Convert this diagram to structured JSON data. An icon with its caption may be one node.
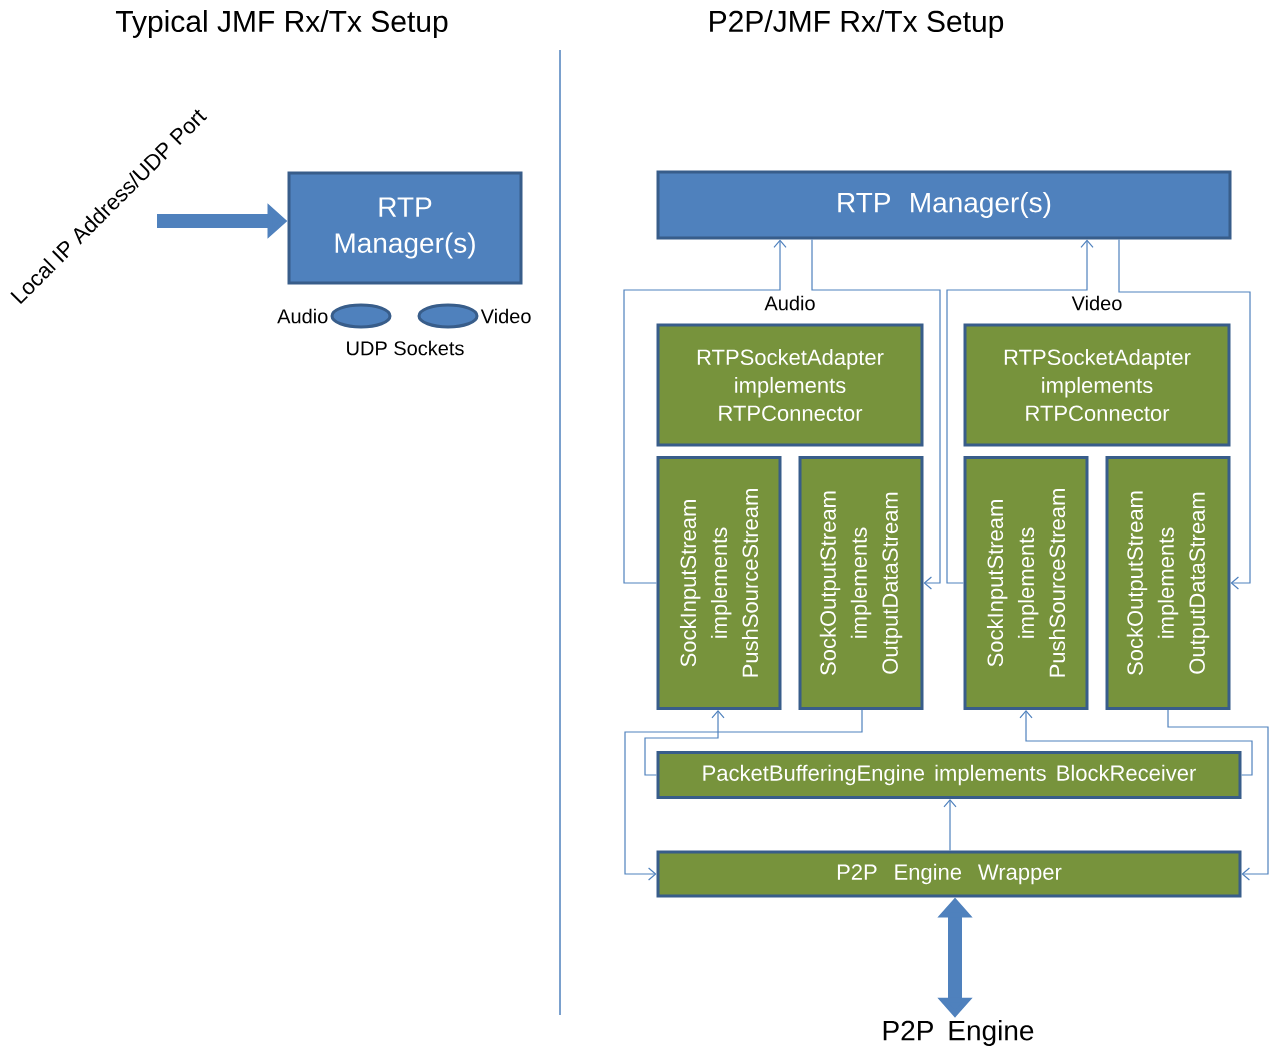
{
  "diagram": {
    "nodes": [
      {
        "text": [
          "RTP Manager(s)"
        ]
      },
      {
        "text": [],
        "shape": "ellipse",
        "beside": [
          "Audio"
        ]
      },
      {
        "text": [],
        "shape": "ellipse",
        "beside": [
          "Video"
        ]
      },
      {
        "text": [
          "RTP Manager(s)"
        ]
      },
      {
        "text": [
          "RTPSocketAdapter implements RTPConnector"
        ]
      },
      {
        "text": [
          "RTPSocketAdapter implements RTPConnector"
        ]
      },
      {
        "text": [
          "SockInputStream implements PushSourceStream"
        ]
      },
      {
        "text": [
          "SockOutputStream implements OutputDataStream"
        ]
      },
      {
        "text": [
          "SockInputStream implements PushSourceStream"
        ]
      },
      {
        "text": [
          "SockOutputStream implements OutputDataStream"
        ]
      },
      {
        "text": [
          "PacketBufferingEngine implements BlockReceiver"
        ]
      },
      {
        "text": [
          "P2P Engine Wrapper"
        ]
      },
      {
        "text": [
          "P2P Engine"
        ]
      }
    ],
    "edges": [
      {
        "from": null,
        "to": 0,
        "arrow": "to",
        "style": "thick",
        "label": "Local IP Address/UDP Port"
      },
      {
        "from": 6,
        "to": 3,
        "arrow": "to"
      },
      {
        "from": 3,
        "to": 7,
        "arrow": "to"
      },
      {
        "from": 8,
        "to": 3,
        "arrow": "to"
      },
      {
        "from": 3,
        "to": 9,
        "arrow": "to"
      },
      {
        "from": 10,
        "to": 6,
        "arrow": "to"
      },
      {
        "from": 7,
        "to": 11,
        "arrow": "to"
      },
      {
        "from": 10,
        "to": 8,
        "arrow": "to"
      },
      {
        "from": 9,
        "to": 11,
        "arrow": "to"
      },
      {
        "from": 11,
        "to": 10,
        "arrow": "to"
      },
      {
        "from": 11,
        "to": 12,
        "arrow": "both",
        "style": "thick"
      }
    ],
    "labels": [
      "Typical JMF Rx/Tx Setup",
      "P2P/JMF Rx/Tx Setup",
      "Audio",
      "Video",
      "UDP Sockets"
    ]
  }
}
